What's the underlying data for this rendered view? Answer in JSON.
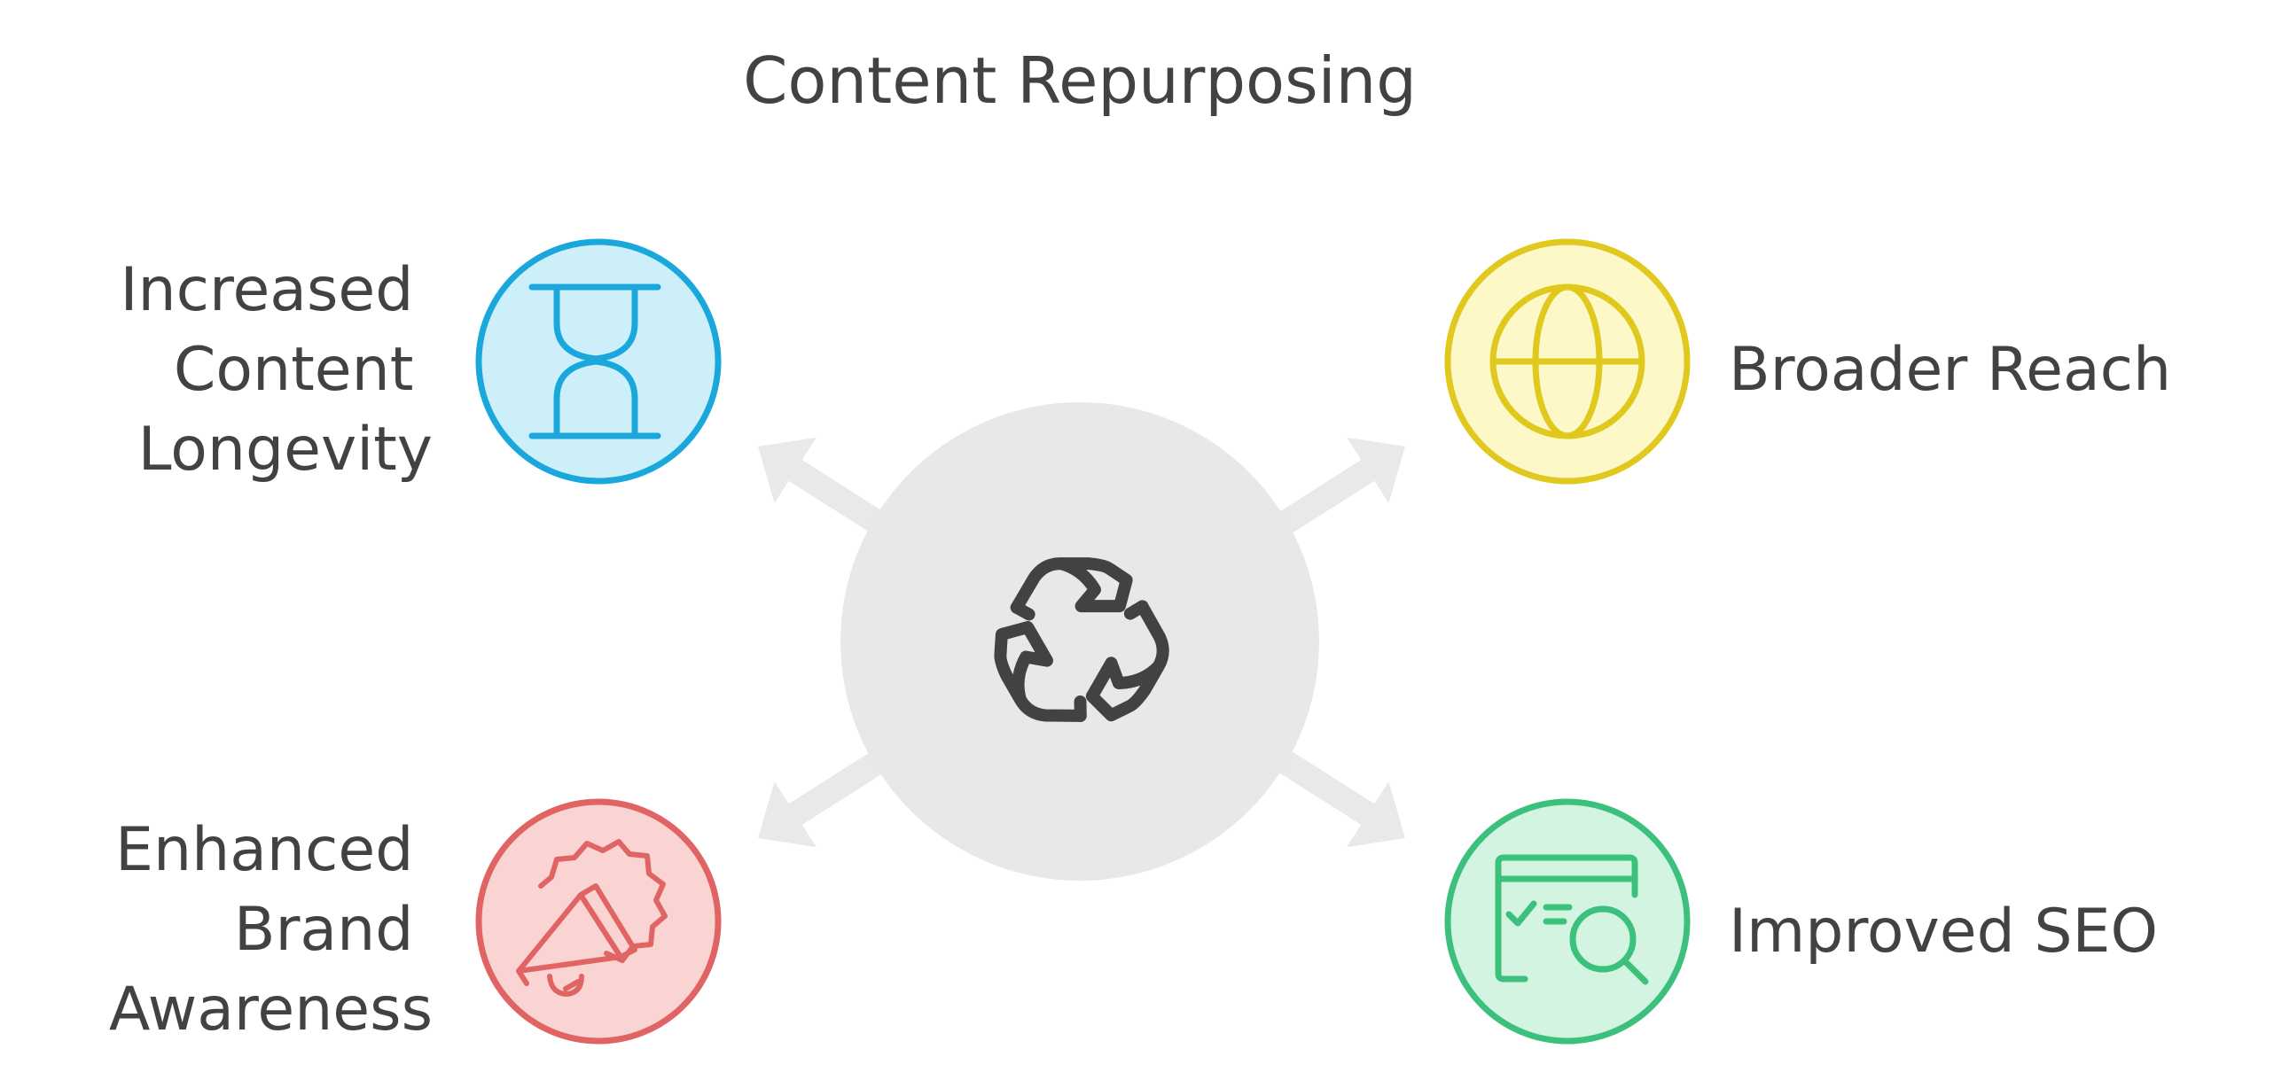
{
  "title": "Content Repurposing",
  "center": {
    "icon": "recycle-icon"
  },
  "benefits": [
    {
      "key": "longevity",
      "label_lines": [
        "Increased",
        "Content",
        "Longevity"
      ],
      "icon": "hourglass-icon",
      "color": "#1aa8dc",
      "fill": "#cdeffa"
    },
    {
      "key": "reach",
      "label_lines": [
        "Broader Reach"
      ],
      "icon": "globe-icon",
      "color": "#e0c81c",
      "fill": "#fcf8c8"
    },
    {
      "key": "brand",
      "label_lines": [
        "Enhanced",
        "Brand",
        "Awareness"
      ],
      "icon": "megaphone-icon",
      "color": "#e06464",
      "fill": "#fad4d2"
    },
    {
      "key": "seo",
      "label_lines": [
        "Improved SEO"
      ],
      "icon": "seo-search-icon",
      "color": "#3cc17c",
      "fill": "#d4f4e2"
    }
  ],
  "colors": {
    "text": "#424242",
    "center_fill": "#e8e8e8",
    "arrow": "#e9e9e9"
  }
}
